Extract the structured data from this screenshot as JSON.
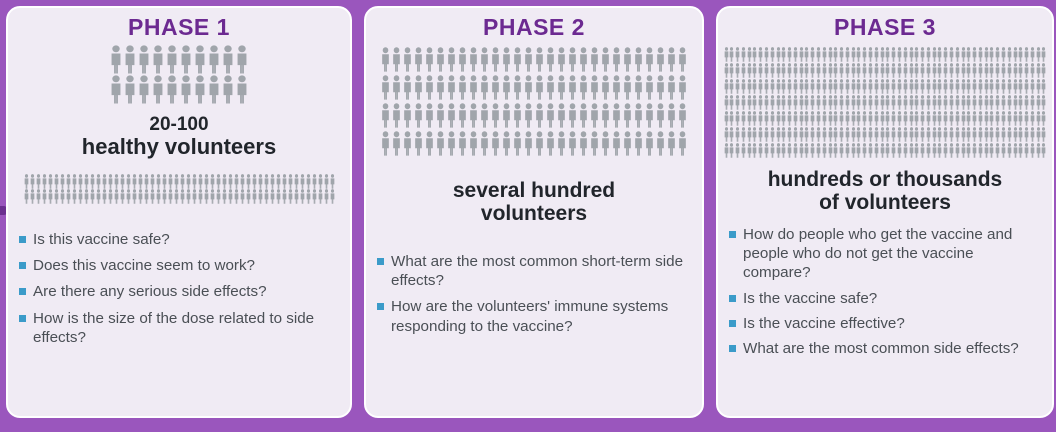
{
  "colors": {
    "background_purple": "#9a56bd",
    "panel_background": "#f0ebf4",
    "panel_border": "#ffffff",
    "phase_title_purple": "#6c2a91",
    "heading_text": "#21252b",
    "body_text": "#4a4f55",
    "bullet_blue": "#3b9bc9",
    "figure_gray": "#a0a5ab"
  },
  "phases": [
    {
      "title": "PHASE 1",
      "pictograms": [
        {
          "icon": "person-figure-icon",
          "size": "lg",
          "rows": 2,
          "per_row": 10
        },
        {
          "icon": "person-figure-icon",
          "size": "sm",
          "rows": 2,
          "per_row": 52
        }
      ],
      "volunteer_count_line1": "20-100",
      "volunteer_count_line2": "healthy volunteers",
      "questions": [
        "Is this vaccine safe?",
        "Does this vaccine seem to work?",
        "Are there any serious side effects?",
        "How is the size of the dose related to side effects?"
      ]
    },
    {
      "title": "PHASE 2",
      "pictograms": [
        {
          "icon": "person-figure-icon",
          "size": "md",
          "rows": 4,
          "per_row": 28
        }
      ],
      "volunteer_count_line1": "several hundred",
      "volunteer_count_line2": "volunteers",
      "questions": [
        "What are the most common short-term side effects?",
        "How are the volunteers' immune systems responding to the vaccine?"
      ]
    },
    {
      "title": "PHASE 3",
      "pictograms": [
        {
          "icon": "person-figure-icon",
          "size": "xs",
          "rows": 7,
          "per_row": 56
        }
      ],
      "volunteer_count_line1": "hundreds or thousands",
      "volunteer_count_line2": "of volunteers",
      "questions": [
        "How do people who get the vaccine and people who do not get the vaccine compare?",
        "Is the vaccine safe?",
        "Is the vaccine effective?",
        "What are the most common side effects?"
      ]
    }
  ]
}
